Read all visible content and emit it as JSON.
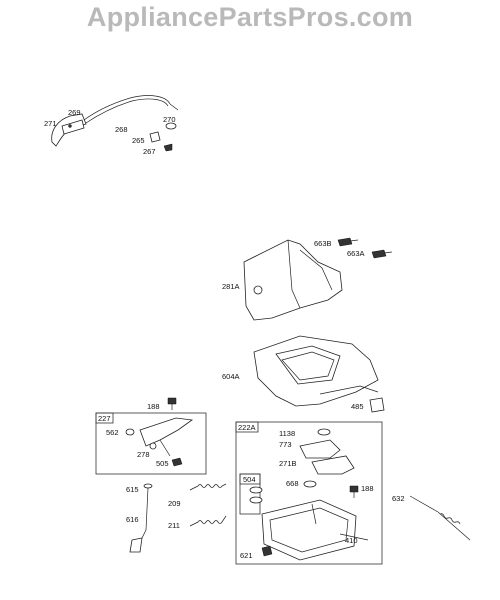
{
  "watermark": "AppliancePartsPros.com",
  "labels": {
    "p269": "269",
    "p271": "271",
    "p268": "268",
    "p270": "270",
    "p265": "265",
    "p267": "267",
    "p663B": "663B",
    "p663A": "663A",
    "p281A": "281A",
    "p604A": "604A",
    "p485": "485",
    "p188a": "188",
    "p227": "227",
    "p562": "562",
    "p278": "278",
    "p505": "505",
    "p222A": "222A",
    "p1138": "1138",
    "p773": "773",
    "p271B": "271B",
    "p668": "668",
    "p188b": "188",
    "p504": "504",
    "p615": "615",
    "p209": "209",
    "p616": "616",
    "p211": "211",
    "p632": "632",
    "p410": "410",
    "p621": "621"
  }
}
